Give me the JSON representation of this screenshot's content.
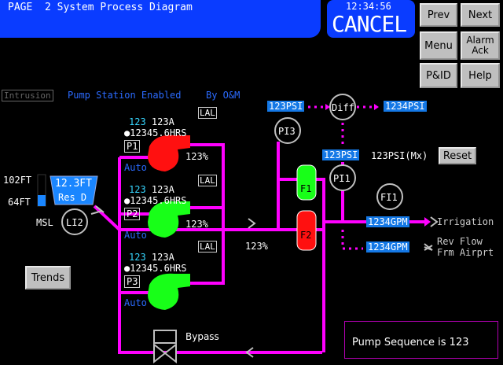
{
  "header": {
    "title": "PAGE  2 System Process Diagram",
    "clock": "12:34:56",
    "cancel": "CANCEL"
  },
  "nav": {
    "prev": "Prev",
    "next": "Next",
    "menu": "Menu",
    "alarm_ack_1": "Alarm",
    "alarm_ack_2": "Ack",
    "pid": "P&ID",
    "help": "Help"
  },
  "status": {
    "intrusion": "Intrusion",
    "pump_station": "Pump Station Enabled",
    "by": "By O&M"
  },
  "reservoir": {
    "level": "12.3FT",
    "name": "Res D",
    "high": "102",
    "low": "64",
    "unit": "FT",
    "msl": "MSL",
    "li": "LI2",
    "level_fraction": 0.35
  },
  "pumps": [
    {
      "id": "P1",
      "amps": "123",
      "amps_unit": "A",
      "amps_val": "123",
      "hours": "12345.6",
      "hrs": "HRS",
      "speed": "123%",
      "mode": "Auto",
      "lal": "LAL",
      "color": "#ff1010"
    },
    {
      "id": "P2",
      "amps": "123",
      "amps_unit": "A",
      "amps_val": "123",
      "hours": "12345.6",
      "hrs": "HRS",
      "speed": "123%",
      "mode": "Auto",
      "lal": "LAL",
      "color": "#18ff18"
    },
    {
      "id": "P3",
      "amps": "123",
      "amps_unit": "A",
      "amps_val": "123",
      "hours": "12345.6",
      "hrs": "HRS",
      "speed": "",
      "mode": "Auto",
      "lal": "LAL",
      "color": "#18ff18"
    }
  ],
  "header_speed": "123%",
  "pi3": {
    "label": "PI3",
    "psi_val": "123",
    "psi_unit": "PSI"
  },
  "diff": {
    "label": "Diff",
    "psi_val": "1234",
    "psi_unit": "PSI"
  },
  "pi1": {
    "label": "PI1",
    "psi_val": "123",
    "psi_unit": "PSI",
    "mx": "123",
    "mx_label": "PSI(Mx)",
    "reset": "Reset"
  },
  "fi1": {
    "label": "FI1"
  },
  "filters": [
    {
      "id": "F1",
      "color": "#18ff18"
    },
    {
      "id": "F2",
      "color": "#ff1010"
    }
  ],
  "flow": {
    "irrigation_val": "1234",
    "irrigation_unit": "GPM",
    "irrigation_label": "Irrigation",
    "rev_val": "1234",
    "rev_unit": "GPM",
    "rev_label_1": "Rev Flow",
    "rev_label_2": "Frm Airprt"
  },
  "bypass": "Bypass",
  "trends": "Trends",
  "message": "Pump Sequence is 123",
  "colors": {
    "pipe": "#ff00ff",
    "title_blue": "#0a3cff",
    "value_blue": "#1478e6"
  }
}
